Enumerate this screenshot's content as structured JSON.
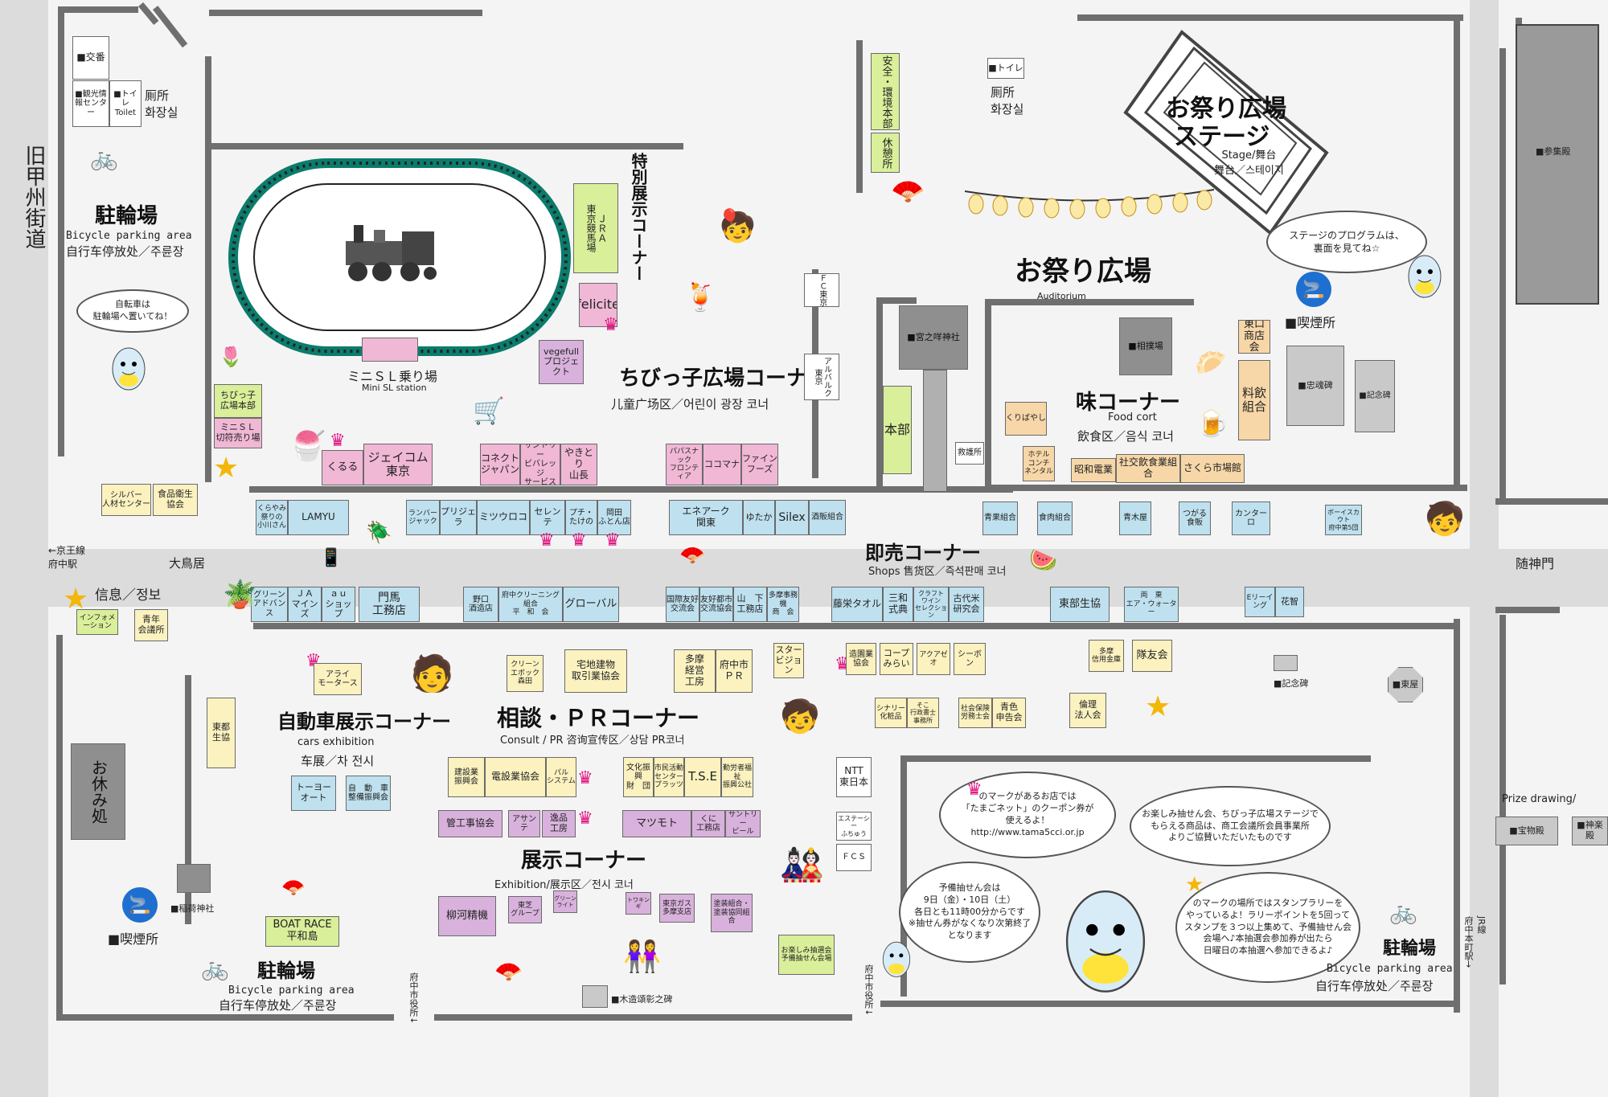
{
  "left_vertical_road": [
    "旧",
    "甲",
    "州",
    "街",
    "道"
  ],
  "stations": {
    "left": "←京王線\n府中駅",
    "otori": "大鳥居",
    "zuishinmon": "随神門",
    "jr": "JR線\n府中本町駅→",
    "city_office_1": "府中市役所↓",
    "city_office_2": "府中市役所↓"
  },
  "top_left": {
    "koban": "■交番",
    "kanko": "■観光情報センター",
    "toilet": "■トイレ\nToilet",
    "toilet_ko": "厠所\n화장실",
    "parking_title": "駐輪場",
    "parking_en": "Bicycle parking area",
    "parking_zh": "自行车停放处／주륜장",
    "bubble": "自転車は\n駐輪場へ置いてね！"
  },
  "sl": {
    "title": "ミニＳＬ乗り場",
    "en": "Mini SL station"
  },
  "special_exhibit": "特別展示コーナー",
  "jra": "ＪＲＡ\n東京競馬場",
  "felicite": "felicite",
  "vegefull": "vegefull\nプロジェクト",
  "kids": {
    "title": "ちびっ子広場コーナー",
    "sub": "儿童广场区／어린이 광장 코너"
  },
  "fc_tokyo": "ＦＣ東京",
  "albirex": "アルバルク\n東京",
  "anzen": "安全・環境本部",
  "kyugo": "休憩所",
  "toilet_top": {
    "label": "■トイレ",
    "sub": "厠所\n화장실"
  },
  "stage": {
    "title1": "お祭り広場",
    "title2": "ステージ",
    "sub": "Stage/舞台\n舞台／스테이지"
  },
  "plaza": {
    "title": "お祭り広場",
    "en": "Auditorium"
  },
  "stage_bubble": "ステージのプログラムは、\n裏面を見てね☆",
  "sanshuden": "■参集殿",
  "smoking": "■喫煙所",
  "food": {
    "title": "味コーナー",
    "en": "Food cort",
    "sub": "飲食区／음식 코너"
  },
  "higashiguchi": "東口\n商店会",
  "ryoin": "料飲\n組合",
  "chukonhi": "■忠魂碑",
  "kinenhi": "■記念碑",
  "sumo": "■相撲場",
  "miyanomae": "■宮之咩神社",
  "honbu": "本部",
  "kyugosho": "救護所",
  "kuribayashi": "くりばやし",
  "hotel": "ホテル\nコンチ\nネンタル",
  "showa": "昭和電業",
  "shabun": "社交飲食業組合",
  "sakura": "さくら市場館",
  "chibikko_honbu": "ちびっ子\n広場本部",
  "mini_sl_kippu": "ミニＳＬ\n切符売り場",
  "kururu": "くるる",
  "jcom": "ジェイコム\n東京",
  "connect": "コネクト\nジャパン",
  "suntory": "サントリー\nビバレッジ\nサービス",
  "yakitori": "やきとり\n山長",
  "papas": "パパスナック\nフロンティア",
  "kokomana": "ココマナ",
  "fine": "ファイン\nフーズ",
  "silver": "シルバー\n人材センター",
  "shokuhin": "食品衛生\n協会",
  "shops_row1": {
    "kurayami": "くらやみ\n祭りの\n小川さん",
    "lamyu": "LAMYU",
    "lampa": "ランバー\nジャック",
    "prije": "プリジェラ",
    "mitsu": "ミツウロコ",
    "selente": "セレンテ",
    "puchi": "プチ・\nたけの",
    "okada": "岡田\nふとん店",
    "enearc": "エネアーク\n関東",
    "yutaka": "ゆたか",
    "silex": "Silex",
    "sakaba": "酒販組合",
    "aomori": "青果組合",
    "shokuniku": "食肉組合",
    "seiki": "青木屋",
    "tsugaru": "つがる\n食販",
    "kanta": "カンターロ",
    "boy": "ボーイスカウト\n府中第5団"
  },
  "shops_title": "即売コーナー",
  "shops_sub": "Shops 售货区／즉석판매 코너",
  "info": {
    "title": "信息／정보",
    "booth": "インフォメーション",
    "youth": "青年\n会議所"
  },
  "shops_row2": {
    "green": "グリーン\nアドバンス",
    "ja": "ＪＡ\nマインズ",
    "au": "ａｕ\nショップ",
    "kadoma": "門馬\n工務店",
    "noguchi": "野口\n酒造店",
    "cleaning": "府中クリーニング組合\n平　和　会",
    "global": "グローバル",
    "kokusai": "国際友好\n交流会",
    "yuko": "友好都市\n交流協会",
    "yamashita": "山　下\n工務店",
    "tama": "多摩事務機\n商　会",
    "fujiei": "藤栄タオル",
    "sanwa": "三和\n式典",
    "craft": "クラフト\nワイン\nセレクション",
    "kodai": "古代米\n研究会",
    "tobu": "東部生協",
    "ryoto": "両　東\nエア・ウォーター",
    "emaying": "Eリーイング",
    "hanatomo": "花智"
  },
  "cars": {
    "title": "自動車展示コーナー",
    "en": "cars exhibition",
    "sub": "车展／차 전시",
    "arai": "アライ\nモータース",
    "toyo": "トーヨー\nオート",
    "jidosha": "自　動　車\n整備振興会"
  },
  "tobu_seikyo": "東都\n生協",
  "oyasumi": "お休み処",
  "inari": "■稲荷神社",
  "boat": "BOAT RACE\n平和島",
  "smoking_left": "■喫煙所",
  "parking_bottom": {
    "title": "駐輪場",
    "en": "Bicycle parking area",
    "zh": "自行车停放处／주륜장"
  },
  "consult": {
    "title": "相談・ＰＲコーナー",
    "sub": "Consult / PR  咨询宣传区／상담 PR코너",
    "clean": "クリーン\nエボック\n森田",
    "takuchi": "宅地建物\n取引業協会",
    "tama_keiei": "多摩\n経営\n工房",
    "fuchu_pr": "府中市\nＰＲ",
    "star_vision": "スター\nビジョン",
    "zoen": "造園業\n協会",
    "coop": "コープ\nみらい",
    "akuazeo": "アクアゼオ",
    "seaborn": "シーボン",
    "tamashin": "多摩\n信用金庫",
    "yuyukai": "隊友会",
    "sinary": "シナリー\n化粧品",
    "soko": "そこ\n行政書士\n事務所",
    "shaho": "社会保険\n労務士会",
    "aoiro": "青色\n申告会",
    "rinri": "倫理\n法人会"
  },
  "kinenhi2": "■記念碑",
  "touya": "■東屋",
  "exhibit": {
    "title": "展示コーナー",
    "sub": "Exhibition/展示区／전시 코너",
    "kensetsu": "建設業\n振興会",
    "denki": "電設業協会",
    "pal": "パル\nシステム",
    "bunka": "文化振興\n財　団",
    "shimin": "市民活動\nセンター\nプラッツ",
    "tse": "T.S.E",
    "kinro": "勤労者福祉\n振興公社",
    "kankoji": "管工事協会",
    "asatec": "アサンテ",
    "ippin": "逸品\n工房",
    "matsumoto": "マツモト",
    "kuni": "くに\n工務店",
    "suntory_beer": "サントリー\nビール",
    "yanagawa": "柳河精機",
    "toshiba": "東芝\nグループ",
    "green_light": "グリーン\nライト",
    "towakou": "トワキンギ",
    "tokyo_gas": "東京ガス\n多摩支店",
    "toso": "塗装組合・\n塗装協同組合"
  },
  "mokuzo": "■木造頌彰之碑",
  "ntt": "NTT\n東日本",
  "estatesia": "エステーシー\nふちゅう",
  "fcs": "ＦＣＳ",
  "lottery": "お楽しみ抽選会\n予備抽せん会場",
  "prize": "Prize drawing/",
  "homotsuden": "■宝物殿",
  "kagurakan": "■神楽殿",
  "bubbles": {
    "coupon": "のマークがあるお店では\n「たまごネット」のクーポン券が\n使えるよ！\nhttp://www.tama5cci.or.jp",
    "lottery_info": "お楽しみ抽せん会、ちびっ子広場ステージで\nもらえる商品は、商工会議所会員事業所\nよりご協賛いただいたものです",
    "pre_lottery": "予備抽せん会は\n9日（金）・10日（土）\n各日とも11時00分からです\n※抽せん券がなくなり次第終了となります",
    "stamp": "のマークの場所ではスタンプラリーを\nやっているよ！ラリーポイントを5回って\nスタンプを３つ以上集めて、予備抽せん会\n会場へ♪本抽選会参加券が出たら\n日曜日の本抽選へ参加できるよ♪"
  },
  "parking_right": {
    "title": "駐輪場",
    "en": "Bicycle parking area",
    "zh": "自行车停放处／주륜장"
  },
  "colors": {
    "crown": "#e0107f",
    "star": "#f2b707",
    "booth_blue": "#bfe1ef",
    "booth_pink": "#f0b8d5"
  }
}
